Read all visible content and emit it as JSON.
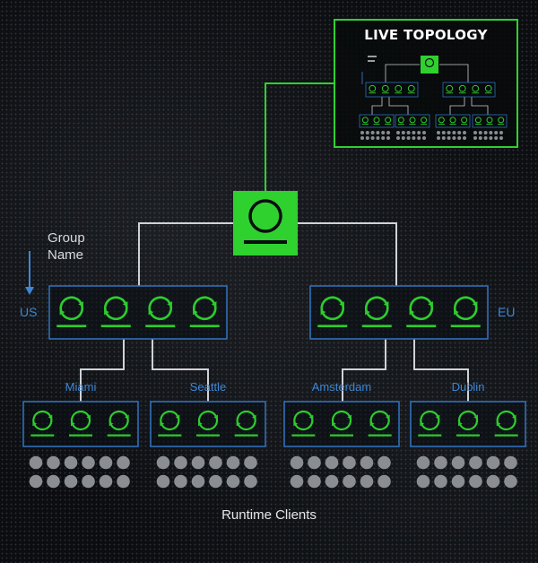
{
  "live_topology": {
    "title": "LIVE TOPOLOGY"
  },
  "diagram": {
    "group_name_label_line1": "Group",
    "group_name_label_line2": "Name",
    "regions": [
      {
        "label": "US",
        "nodes": 4
      },
      {
        "label": "EU",
        "nodes": 4
      }
    ],
    "sites": [
      {
        "label": "Miami",
        "region": "US",
        "nodes": 3
      },
      {
        "label": "Seattle",
        "region": "US",
        "nodes": 3
      },
      {
        "label": "Amsterdam",
        "region": "EU",
        "nodes": 3
      },
      {
        "label": "Dublin",
        "region": "EU",
        "nodes": 3
      }
    ],
    "runtime_clients_label": "Runtime Clients"
  },
  "colors": {
    "accent_green": "#2fd12f",
    "node_green": "#2ecc2e",
    "group_blue": "#2f6fb8",
    "label_blue": "#3f86d6",
    "line_gray": "#cfd2d6",
    "client_gray": "#8a8d92"
  },
  "icons": {
    "master": "control-plane-icon",
    "node": "sync-cycle-icon",
    "client": "runtime-client-dot"
  }
}
